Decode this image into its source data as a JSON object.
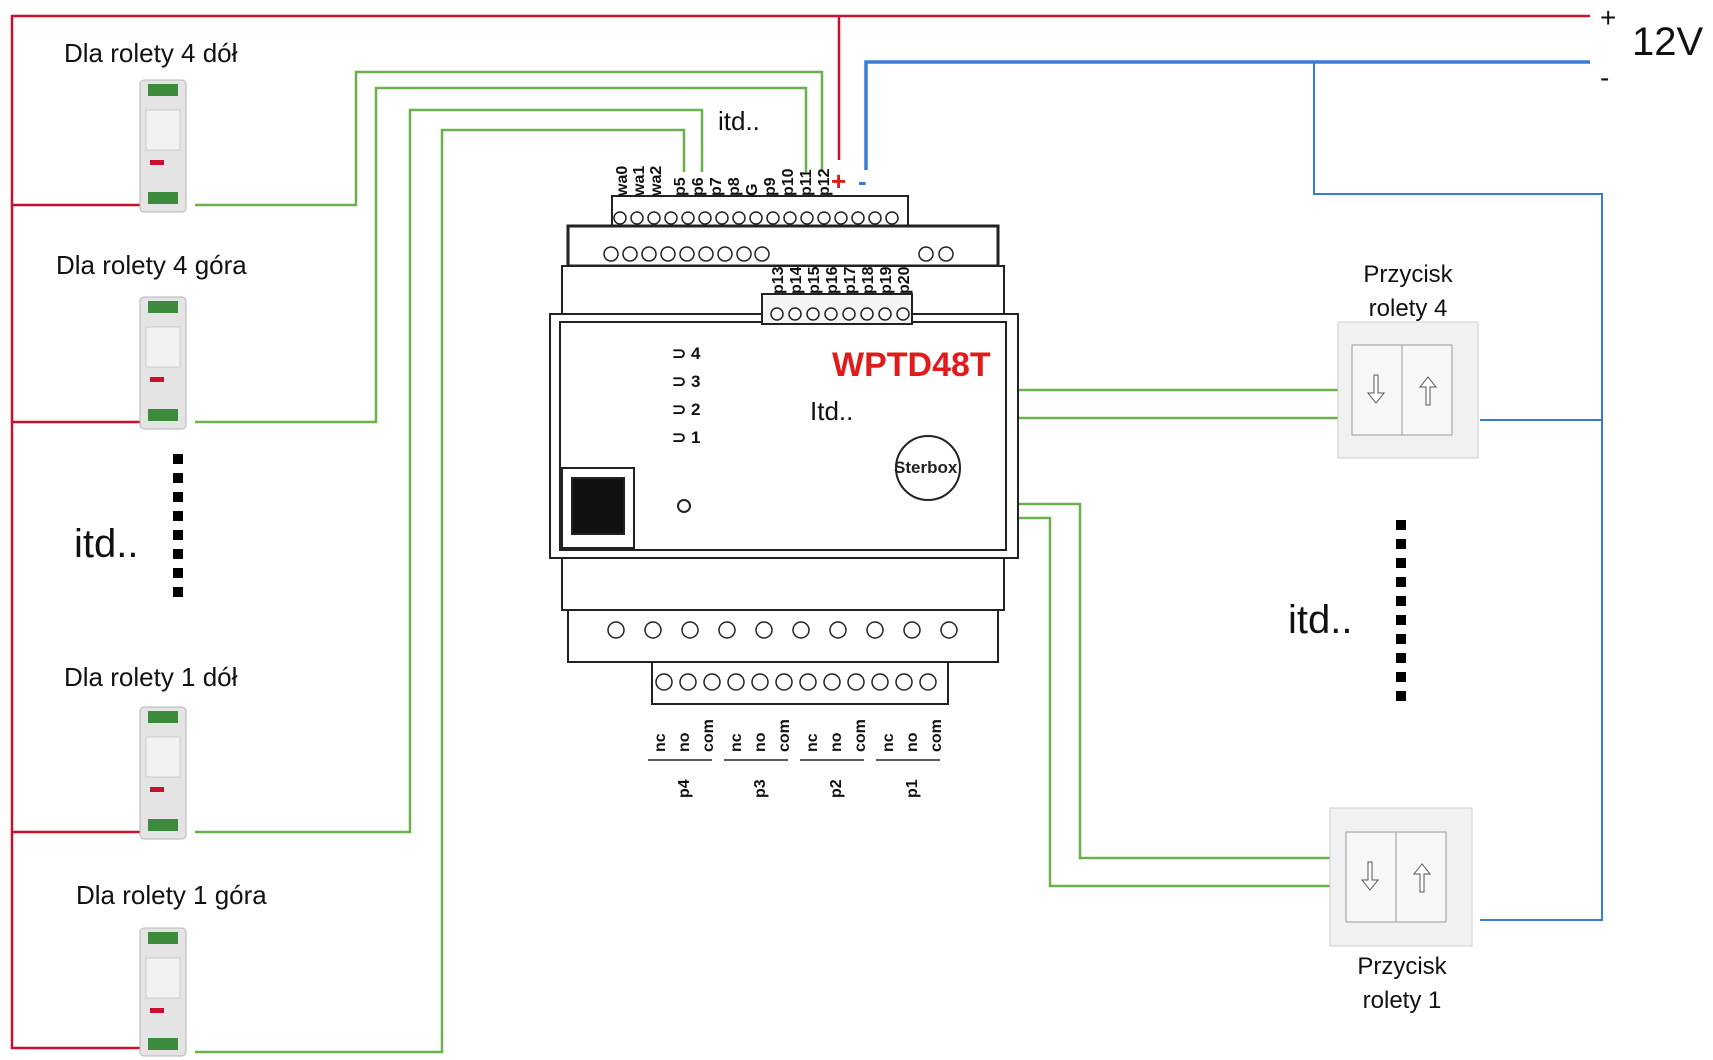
{
  "power": {
    "plus": "+",
    "minus": "-",
    "voltage": "12V"
  },
  "relays": [
    {
      "label": "Dla rolety 4 dół"
    },
    {
      "label": "Dla rolety 4 góra"
    },
    {
      "label": "Dla rolety 1 dół"
    },
    {
      "label": "Dla rolety 1 góra"
    }
  ],
  "etc": {
    "left": "itd..",
    "top": "itd..",
    "device": "Itd..",
    "right": "itd.."
  },
  "device": {
    "model": "WPTD48T",
    "brand": "Sterbox",
    "top_pins": [
      "wa0",
      "wa1",
      "wa2",
      "p5",
      "p6",
      "p7",
      "p8",
      "G",
      "p9",
      "p10",
      "p11",
      "p12"
    ],
    "power_plus": "+",
    "power_minus": "-",
    "second_pins": [
      "p13",
      "p14",
      "p15",
      "p16",
      "p17",
      "p18",
      "p19",
      "p20"
    ],
    "leds": [
      "4",
      "3",
      "2",
      "1"
    ],
    "relay_pins": [
      "nc",
      "no",
      "com",
      "nc",
      "no",
      "com",
      "nc",
      "no",
      "com",
      "nc",
      "no",
      "com"
    ],
    "relay_groups": [
      "p4",
      "p3",
      "p2",
      "p1"
    ]
  },
  "switches": [
    {
      "line1": "Przycisk",
      "line2": "rolety 4"
    },
    {
      "line1": "Przycisk",
      "line2": "rolety 1"
    }
  ],
  "colors": {
    "positive": "#c8102e",
    "negative": "#3a7bd5",
    "signal": "#6ab04c",
    "model": "#e01b1b"
  }
}
